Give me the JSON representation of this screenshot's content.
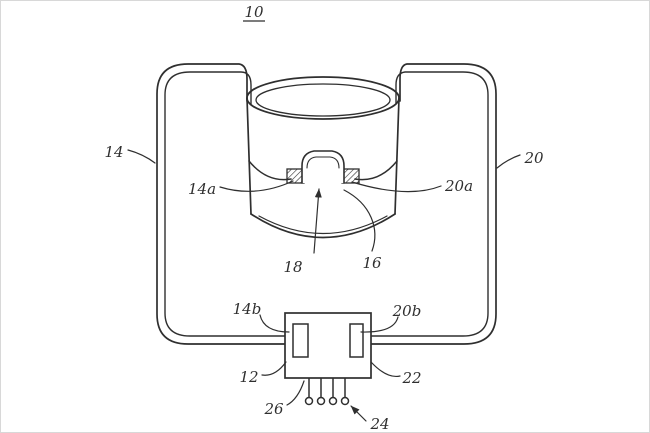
{
  "figure": {
    "title_number": "10",
    "labels": {
      "n14": "14",
      "n20": "20",
      "n14a": "14a",
      "n20a": "20a",
      "n18": "18",
      "n16": "16",
      "n14b": "14b",
      "n20b": "20b",
      "n12": "12",
      "n22": "22",
      "n26": "26",
      "n24": "24"
    },
    "colors": {
      "line": "#2f2f2f",
      "background": "#ffffff",
      "border": "#d8d8d8"
    }
  }
}
